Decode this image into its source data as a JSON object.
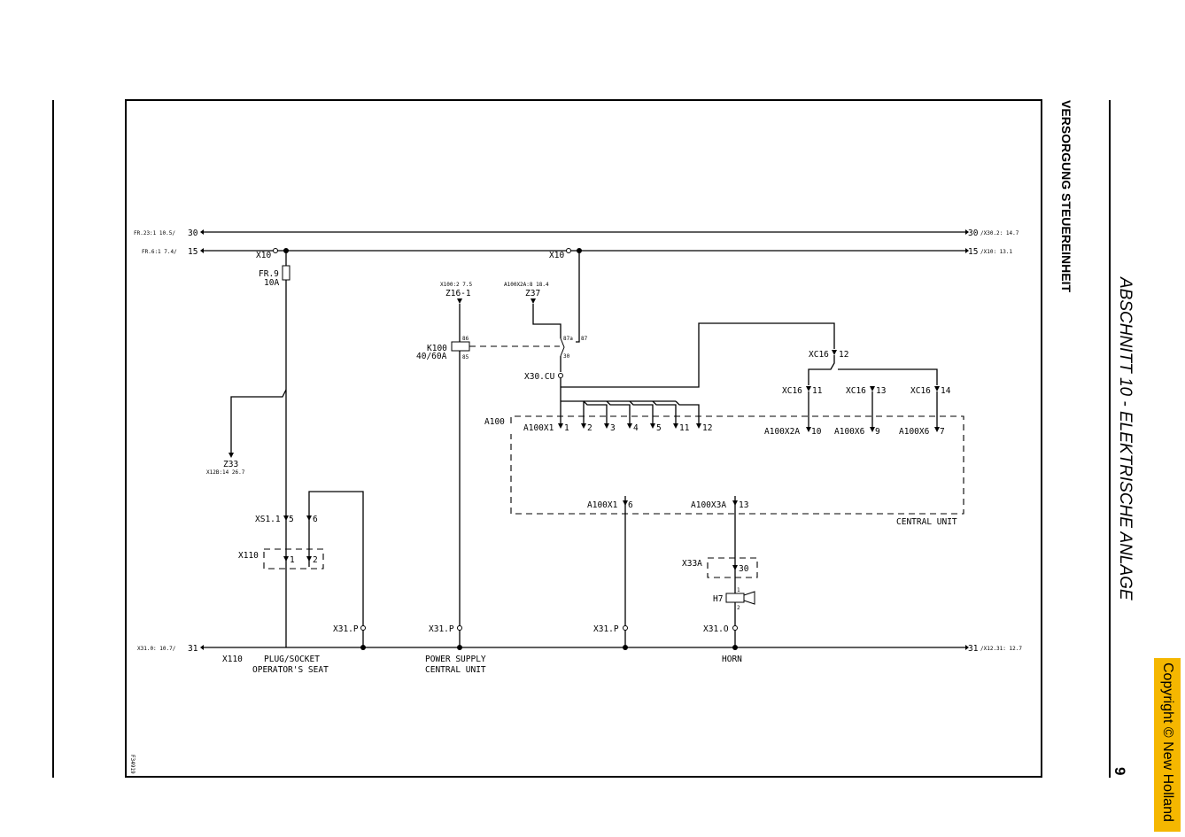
{
  "sidebar": {
    "heading": "VERSORGUNG STEUEREINHEIT",
    "section": "ABSCHNITT 10 - ELEKTRISCHE ANLAGE",
    "page_number": "9",
    "copyright": "Copyright © New Holland"
  },
  "figure_id": "F34919",
  "rails": {
    "r30": {
      "name": "30",
      "left_ref": "FR.23:1 10.5/",
      "right_ref": "/X30.2: 14.7"
    },
    "r15": {
      "name": "15",
      "left_ref": "FR.6:1 7.4/",
      "right_ref": "/X10: 13.1"
    },
    "r31": {
      "name": "31",
      "left_ref": "X31.0: 10.7/",
      "right_ref": "/X12.31: 12.7"
    }
  },
  "components": {
    "x10_a": "X10",
    "x10_b": "X10",
    "fuse": "FR.9",
    "fuse_rating": "10A",
    "z16_ref": "X100:2 7.5",
    "z16": "Z16-1",
    "z37_ref": "A100X2A:8 18.4",
    "z37": "Z37",
    "relay": "K100",
    "relay_rating": "40/60A",
    "pin86": "86",
    "pin85": "85",
    "pin87a": "87a",
    "pin87": "87",
    "pin30": "30",
    "x30cu": "X30.CU",
    "a100": "A100",
    "a100x1": "A100X1",
    "a100x1_pins": [
      "1",
      "2",
      "3",
      "4",
      "5",
      "11",
      "12"
    ],
    "xc16_12": "XC16",
    "xc16_12_pin": "12",
    "xc16_11": "XC16",
    "xc16_11_pin": "11",
    "xc16_13": "XC16",
    "xc16_13_pin": "13",
    "xc16_14": "XC16",
    "xc16_14_pin": "14",
    "a100x2a": "A100X2A",
    "a100x2a_pin": "10",
    "a100x6_a": "A100X6",
    "a100x6_a_pin": "9",
    "a100x6_b": "A100X6",
    "a100x6_b_pin": "7",
    "a100x1_6": "A100X1",
    "a100x1_6_pin": "6",
    "a100x3a": "A100X3A",
    "a100x3a_pin": "13",
    "central_unit": "CENTRAL UNIT",
    "z33": "Z33",
    "z33_ref": "X12B:14 26.7",
    "xs1": "XS1.1",
    "xs1_pin5": "5",
    "xs1_pin6": "6",
    "x110": "X110",
    "x110_pin1": "1",
    "x110_pin2": "2",
    "x33a": "X33A",
    "x33a_pin": "30",
    "h7": "H7",
    "h7_pin1": "1",
    "h7_pin2": "2",
    "x31p_1": "X31.P",
    "x31p_2": "X31.P",
    "x31p_3": "X31.P",
    "x31o": "X31.O"
  },
  "bottom_labels": {
    "x110": "X110",
    "plug1": "PLUG/SOCKET",
    "plug2": "OPERATOR'S SEAT",
    "power1": "POWER SUPPLY",
    "power2": "CENTRAL UNIT",
    "horn": "HORN"
  }
}
